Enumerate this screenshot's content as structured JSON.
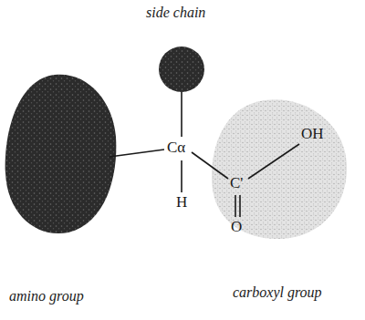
{
  "diagram": {
    "nodes": [
      {
        "text": [
          "side chain"
        ]
      },
      {
        "text": [
          "amino group"
        ]
      },
      {
        "text": [
          "C'",
          "OH",
          "O",
          "carboxyl group"
        ]
      }
    ],
    "labels": [
      "Cα",
      "H"
    ]
  }
}
